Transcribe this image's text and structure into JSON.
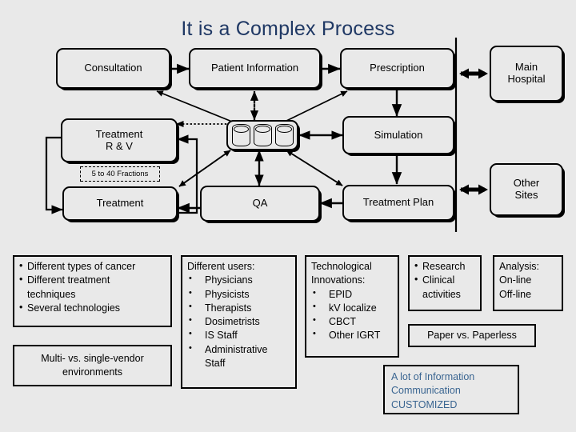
{
  "slide": {
    "title": "It is a Complex Process",
    "title_color": "#1f3864",
    "background_color": "#e9e9e9"
  },
  "diagram": {
    "nodes": {
      "consultation": "Consultation",
      "patient_information": "Patient Information",
      "prescription": "Prescription",
      "main_hospital_line1": "Main",
      "main_hospital_line2": "Hospital",
      "treatment_rv_line1": "Treatment",
      "treatment_rv_line2": "R & V",
      "simulation": "Simulation",
      "database": "database-icon",
      "fractions": "5 to 40 Fractions",
      "treatment": "Treatment",
      "qa": "QA",
      "treatment_plan": "Treatment Plan",
      "other_sites_line1": "Other",
      "other_sites_line2": "Sites"
    }
  },
  "notes": {
    "complexity": {
      "items": [
        "Different types of cancer",
        "Different treatment",
        "techniques",
        "Several technologies"
      ]
    },
    "vendor": {
      "line1": "Multi- vs. single-vendor",
      "line2": "environments"
    },
    "users": {
      "header": "Different users:",
      "items": [
        "Physicians",
        "Physicists",
        "Therapists",
        "Dosimetrists",
        "IS Staff",
        "Administrative",
        "Staff"
      ]
    },
    "technology": {
      "header_line1": "Technological",
      "header_line2": "Innovations:",
      "items": [
        "EPID",
        "kV localize",
        "CBCT",
        "Other IGRT"
      ]
    },
    "research": {
      "items": [
        "Research",
        "Clinical",
        "activities"
      ]
    },
    "analysis": {
      "line1": "Analysis:",
      "line2": "On-line",
      "line3": "Off-line"
    },
    "paper": {
      "text": "Paper vs. Paperless"
    },
    "information": {
      "line1": "A lot of Information",
      "line2": "Communication",
      "line3": "CUSTOMIZED",
      "color": "#3a6591"
    }
  }
}
